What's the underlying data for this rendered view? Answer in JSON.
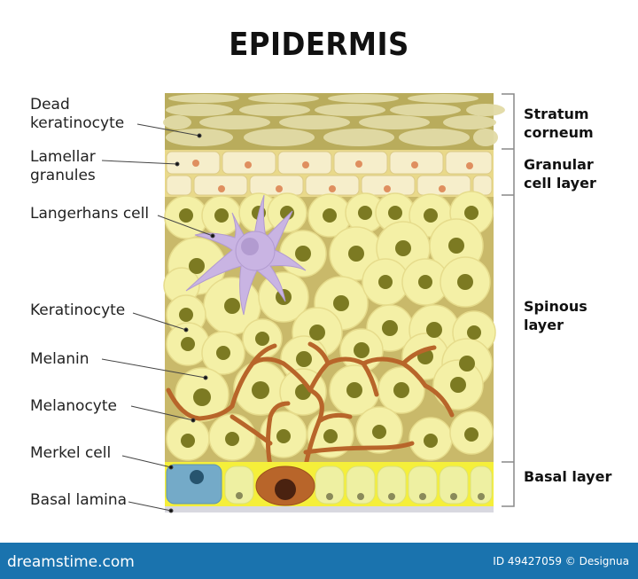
{
  "title": "EPIDERMIS",
  "left_labels": [
    {
      "id": "dead-keratinocyte",
      "line1": "Dead",
      "line2": "keratinocyte"
    },
    {
      "id": "lamellar-granules",
      "line1": "Lamellar",
      "line2": "granules"
    },
    {
      "id": "langerhans-cell",
      "line1": "Langerhans cell"
    },
    {
      "id": "keratinocyte",
      "line1": "Keratinocyte"
    },
    {
      "id": "melanin",
      "line1": "Melanin"
    },
    {
      "id": "melanocyte",
      "line1": "Melanocyte"
    },
    {
      "id": "merkel-cell",
      "line1": "Merkel cell"
    },
    {
      "id": "basal-lamina",
      "line1": "Basal lamina"
    }
  ],
  "layers": [
    {
      "id": "stratum-corneum",
      "line1": "Stratum",
      "line2": "corneum"
    },
    {
      "id": "granular",
      "line1": "Granular",
      "line2": "cell layer"
    },
    {
      "id": "spinous",
      "line1": "Spinous",
      "line2": "layer"
    },
    {
      "id": "basal",
      "line1": "Basal layer"
    }
  ],
  "colors": {
    "corneum_bg": "#b9ac5c",
    "corneum_cell": "#e4dcaa",
    "granular_cell": "#f6eecb",
    "spinous_bg": "#c9b96a",
    "keratinocyte": "#f4f0a6",
    "nucleus": "#7c7a22",
    "melanocyte": "#b8652a",
    "langerhans": "#c9b4e3",
    "merkel": "#74aac8",
    "basal_bg": "#f5ef3a",
    "footer": "#1a73ae"
  },
  "footer": {
    "brand": "dreamstime.com",
    "credit": "ID 49427059 © Designua"
  }
}
